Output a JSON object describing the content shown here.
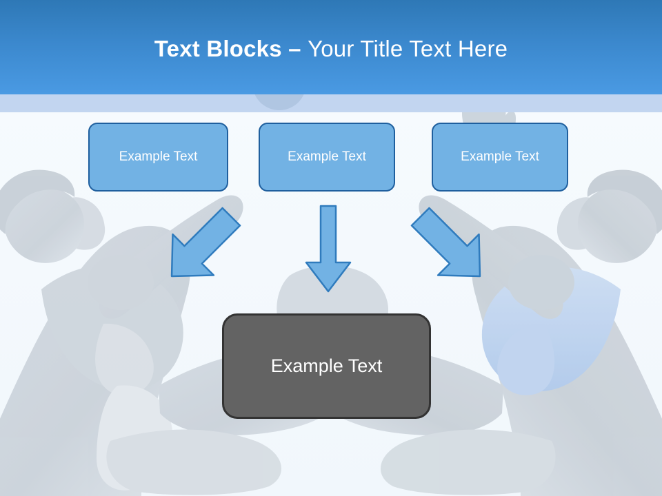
{
  "slide": {
    "title": {
      "bold_part": "Text Blocks",
      "separator": " – ",
      "light_part": "Your Title Text Here"
    },
    "background": {
      "body_color": "#f3f8fc",
      "header_top_color": "#2e78b6",
      "header_bottom_color": "#4a9ae3",
      "subheader_color": "#c2d5f0",
      "photo_description": "faded fitness photo of two mirrored figures exercising"
    },
    "blocks": [
      {
        "id": "block-1",
        "label": "Example Text"
      },
      {
        "id": "block-2",
        "label": "Example Text"
      },
      {
        "id": "block-3",
        "label": "Example Text"
      }
    ],
    "result_block": {
      "label": "Example Text",
      "fill_color": "#636363",
      "border_color": "#333333"
    },
    "arrows": [
      {
        "id": "arrow-left",
        "direction": "down-right",
        "color": "#72b2e4",
        "outline": "#2f7bbd"
      },
      {
        "id": "arrow-mid",
        "direction": "down",
        "color": "#72b2e4",
        "outline": "#2f7bbd"
      },
      {
        "id": "arrow-right",
        "direction": "down-left",
        "color": "#72b2e4",
        "outline": "#2f7bbd"
      }
    ],
    "accent_color": "#72b2e4",
    "block_border_color": "#1f5f9e"
  }
}
